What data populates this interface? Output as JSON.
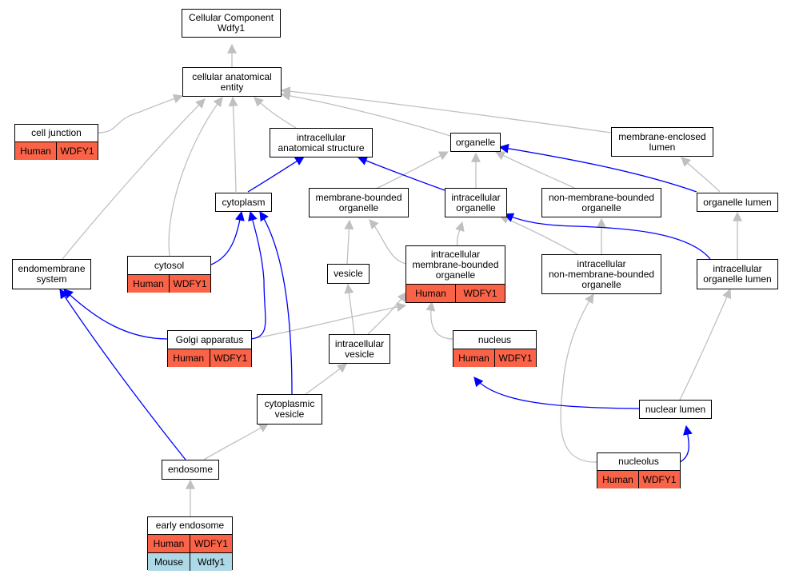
{
  "colors": {
    "gray_edge": "#c0c0c0",
    "blue_edge": "#0000ff",
    "human_row": "#fa6347",
    "mouse_row": "#add8e6"
  },
  "nodes": {
    "root": {
      "label": "Cellular Component\nWdfy1"
    },
    "cae": {
      "label": "cellular anatomical\nentity"
    },
    "cell_junction": {
      "label": "cell junction",
      "rows": [
        [
          "Human",
          "WDFY1"
        ]
      ]
    },
    "ias": {
      "label": "intracellular\nanatomical structure"
    },
    "organelle": {
      "label": "organelle"
    },
    "mel": {
      "label": "membrane-enclosed\nlumen"
    },
    "cytoplasm": {
      "label": "cytoplasm"
    },
    "mbo": {
      "label": "membrane-bounded\norganelle"
    },
    "io": {
      "label": "intracellular\norganelle"
    },
    "nmbo": {
      "label": "non-membrane-bounded\norganelle"
    },
    "ol": {
      "label": "organelle lumen"
    },
    "ems": {
      "label": "endomembrane\nsystem"
    },
    "cytosol": {
      "label": "cytosol",
      "rows": [
        [
          "Human",
          "WDFY1"
        ]
      ]
    },
    "vesicle": {
      "label": "vesicle"
    },
    "imbo": {
      "label": "intracellular\nmembrane-bounded\norganelle",
      "rows": [
        [
          "Human",
          "WDFY1"
        ]
      ]
    },
    "inmbo": {
      "label": "intracellular\nnon-membrane-bounded\norganelle"
    },
    "iol": {
      "label": "intracellular\norganelle lumen"
    },
    "golgi": {
      "label": "Golgi apparatus",
      "rows": [
        [
          "Human",
          "WDFY1"
        ]
      ]
    },
    "iv": {
      "label": "intracellular\nvesicle"
    },
    "nucleus": {
      "label": "nucleus",
      "rows": [
        [
          "Human",
          "WDFY1"
        ]
      ]
    },
    "cv": {
      "label": "cytoplasmic\nvesicle"
    },
    "nl": {
      "label": "nuclear lumen"
    },
    "endosome": {
      "label": "endosome"
    },
    "nucleolus": {
      "label": "nucleolus",
      "rows": [
        [
          "Human",
          "WDFY1"
        ]
      ]
    },
    "ee": {
      "label": "early endosome",
      "rows": [
        [
          "Human",
          "WDFY1"
        ],
        [
          "Mouse",
          "Wdfy1"
        ]
      ]
    }
  }
}
